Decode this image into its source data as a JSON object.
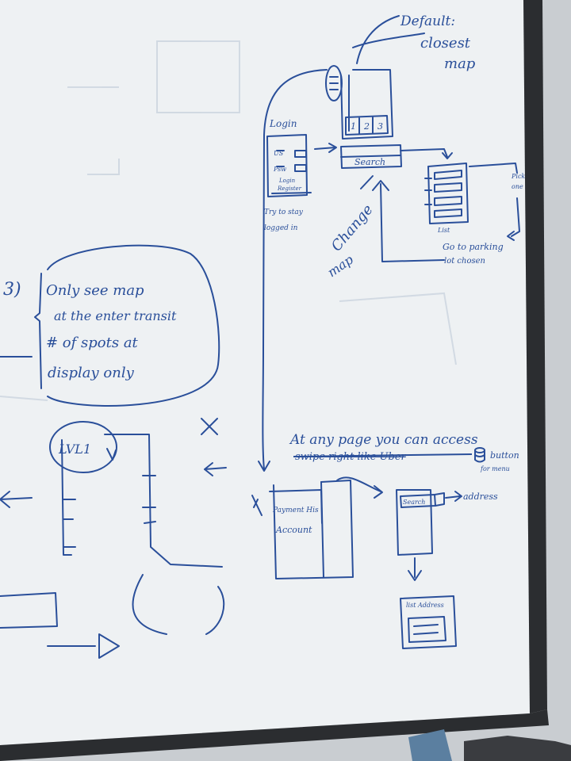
{
  "whiteboard": {
    "frame_color": "#2b2d30",
    "board_color": "#eef1f3",
    "ink_color": "#2a4f9a"
  },
  "notes": {
    "default_map": [
      "Default:",
      "closest",
      "map"
    ],
    "login_title": "Login",
    "login_fields": [
      "US",
      "Psw"
    ],
    "login_buttons": [
      "Login",
      "Register"
    ],
    "stay_logged": [
      "Try to stay",
      "logged in"
    ],
    "map_tabs": [
      "1",
      "2",
      "3"
    ],
    "search_label": "Search",
    "change_map": [
      "Change",
      "map"
    ],
    "list_label": "List",
    "pick_one": [
      "Pick",
      "one"
    ],
    "go_to_lot": [
      "Go to parking",
      "lot chosen"
    ],
    "section_number": "3)",
    "rule_lines": [
      "Only see map",
      "at the enter transit",
      "# of spots at",
      "display only"
    ],
    "lvl_label": "LVL1",
    "any_page": "At any page you can access",
    "swipe_line": "swipe right like Uber",
    "button_for_menu": [
      "button",
      "for menu"
    ],
    "menu_items": [
      "Payment His",
      "Account"
    ],
    "search_small": "Search",
    "address_label": "address",
    "list_address": "list Address",
    "cross_mark": "×"
  }
}
